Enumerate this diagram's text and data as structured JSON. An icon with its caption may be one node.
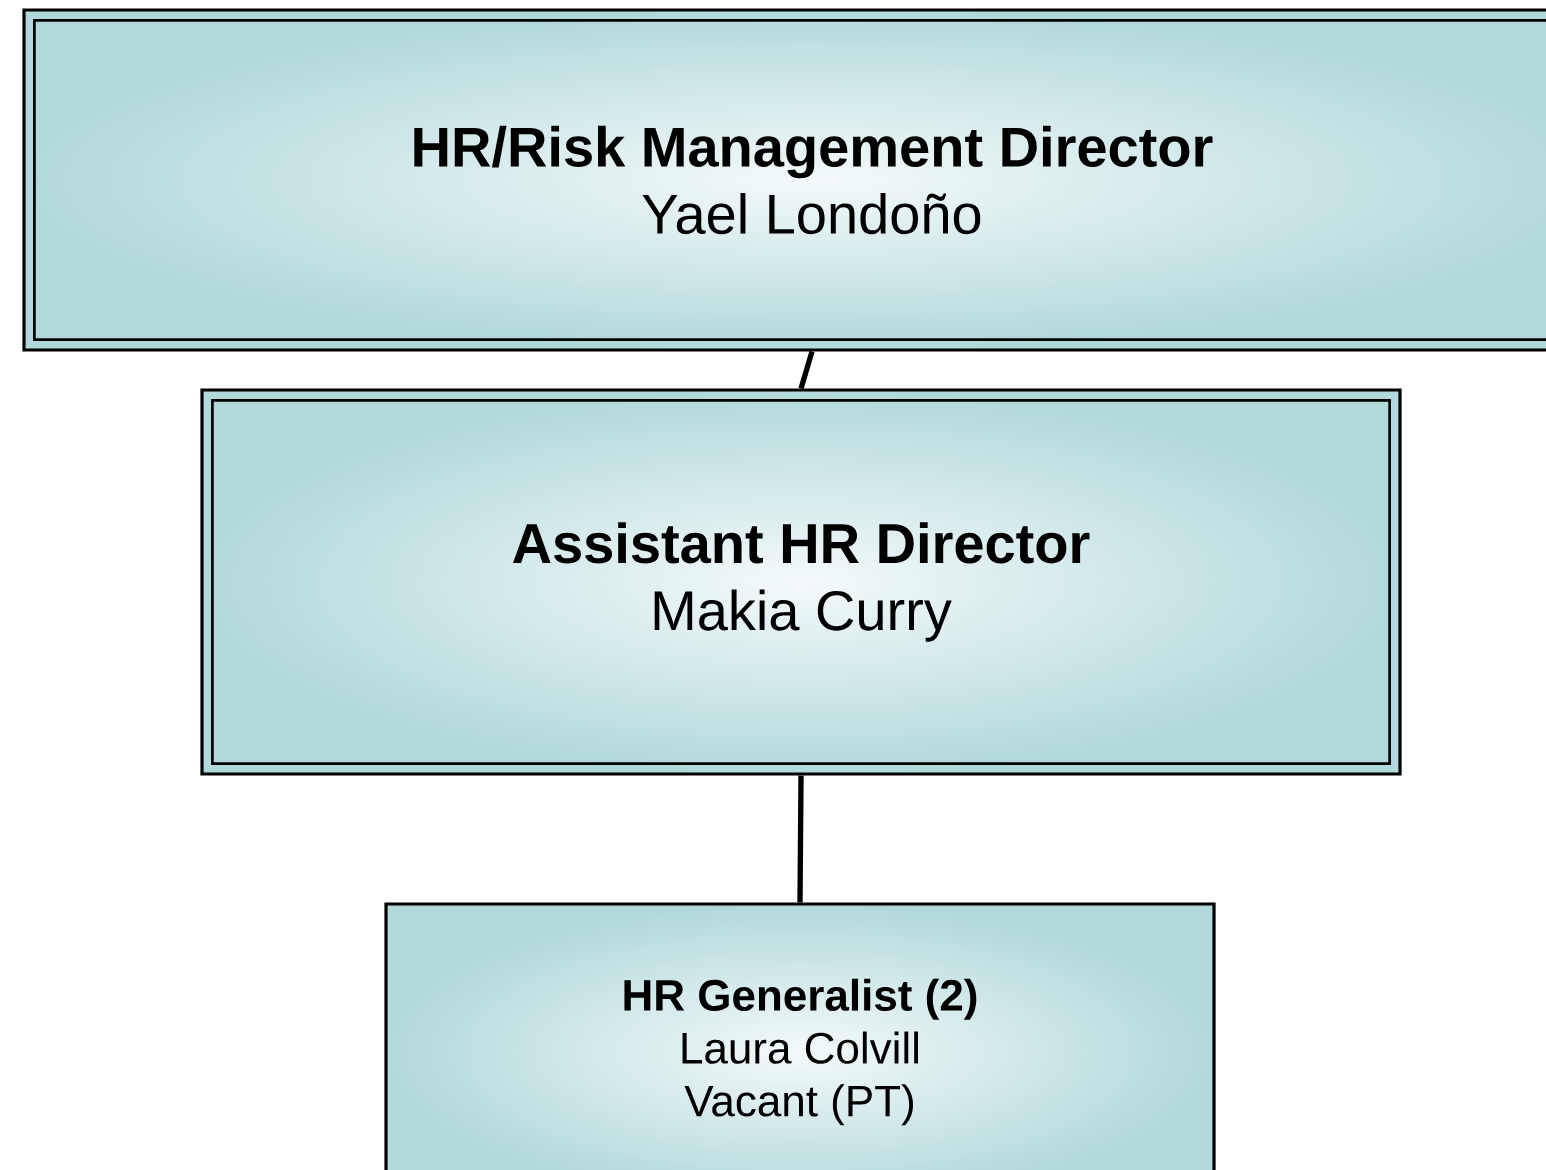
{
  "diagram": {
    "nodes": [
      {
        "text": [
          "HR/Risk Management Director",
          "Yael Londoño"
        ]
      },
      {
        "text": [
          "Assistant HR Director",
          "Makia Curry"
        ]
      },
      {
        "text": [
          "HR Generalist (2)",
          "Laura Colvill",
          "Vacant (PT)"
        ]
      }
    ],
    "edges": [
      {
        "from": 0,
        "to": 1,
        "arrow": "none"
      },
      {
        "from": 1,
        "to": 2,
        "arrow": "none"
      }
    ]
  }
}
